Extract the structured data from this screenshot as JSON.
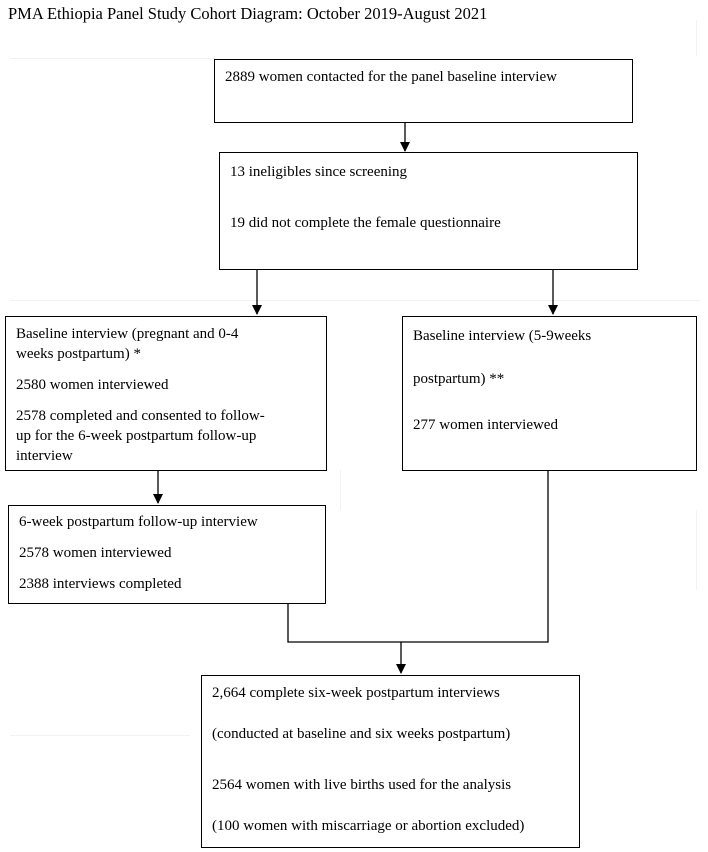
{
  "title": "PMA Ethiopia Panel Study Cohort Diagram: October 2019-August 2021",
  "boxes": {
    "contacted": {
      "line1": "2889 women contacted for the panel baseline interview"
    },
    "excluded": {
      "line1": "13 ineligibles since screening",
      "line2": "19 did not complete the female questionnaire"
    },
    "baseline_early": {
      "line1": "Baseline interview (pregnant and 0-4",
      "line2": "weeks postpartum) *",
      "line3": "2580 women interviewed",
      "line4": "2578 completed and consented to follow-",
      "line5": "up for the 6-week postpartum follow-up",
      "line6": "interview"
    },
    "baseline_late": {
      "line1": "Baseline interview (5-9weeks",
      "line2": "postpartum) **",
      "line3": "277 women interviewed"
    },
    "followup": {
      "line1": "6-week postpartum follow-up interview",
      "line2": "2578 women interviewed",
      "line3": "2388 interviews completed"
    },
    "final": {
      "line1": "2,664 complete six-week postpartum interviews",
      "line2": "(conducted at baseline and six weeks postpartum)",
      "line3": "2564 women with live births used for the analysis",
      "line4": "(100 women with miscarriage or abortion excluded)"
    }
  }
}
